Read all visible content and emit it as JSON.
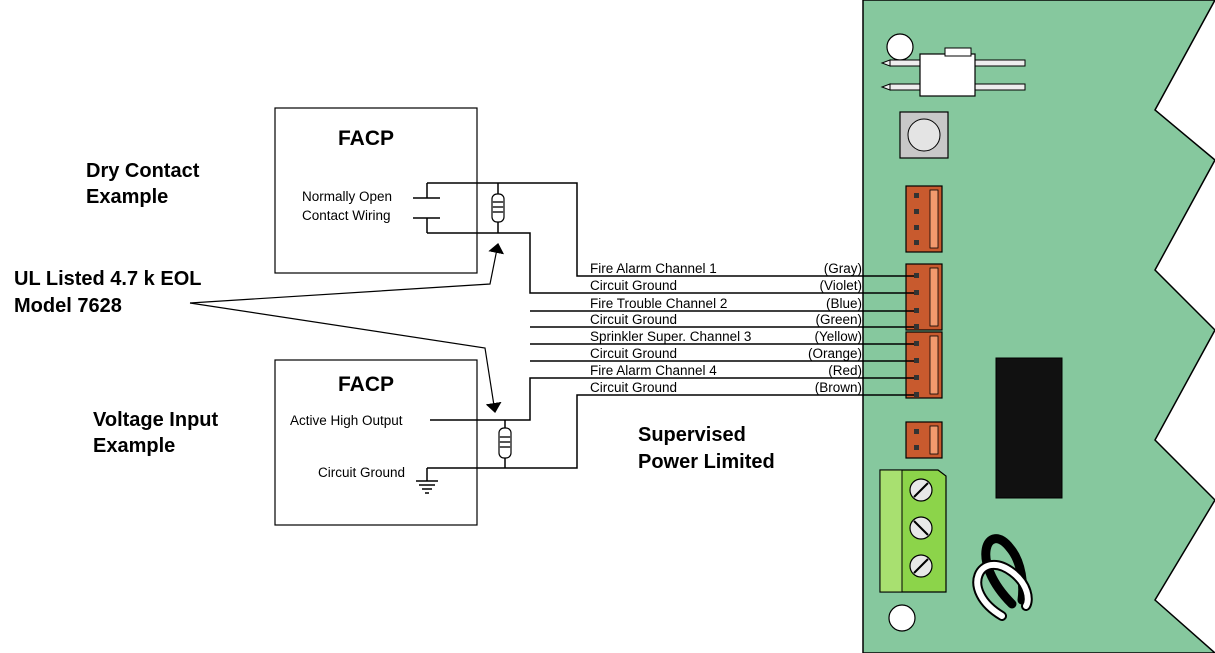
{
  "labels": {
    "dry_contact_line1": "Dry Contact",
    "dry_contact_line2": "Example",
    "eol_line1": "UL Listed 4.7 k EOL",
    "eol_line2": "Model 7628",
    "voltage_line1": "Voltage Input",
    "voltage_line2": "Example",
    "supervised_line1": "Supervised",
    "supervised_line2": "Power Limited"
  },
  "facp_top": {
    "title": "FACP",
    "contact_line1": "Normally Open",
    "contact_line2": "Contact Wiring"
  },
  "facp_bottom": {
    "title": "FACP",
    "output_label": "Active High Output",
    "ground_label": "Circuit Ground"
  },
  "wires": [
    {
      "name": "Fire Alarm Channel 1",
      "color_label": "(Gray)"
    },
    {
      "name": "Circuit Ground",
      "color_label": "(Violet)"
    },
    {
      "name": "Fire Trouble Channel 2",
      "color_label": "(Blue)"
    },
    {
      "name": "Circuit Ground",
      "color_label": "(Green)"
    },
    {
      "name": "Sprinkler Super. Channel 3",
      "color_label": "(Yellow)"
    },
    {
      "name": "Circuit Ground",
      "color_label": "(Orange)"
    },
    {
      "name": "Fire Alarm Channel 4",
      "color_label": "(Red)"
    },
    {
      "name": "Circuit Ground",
      "color_label": "(Brown)"
    }
  ],
  "colors": {
    "board": "#86c89e",
    "connector": "#c85a2e",
    "terminal_block": "#8cd44a",
    "relay": "#111111"
  }
}
